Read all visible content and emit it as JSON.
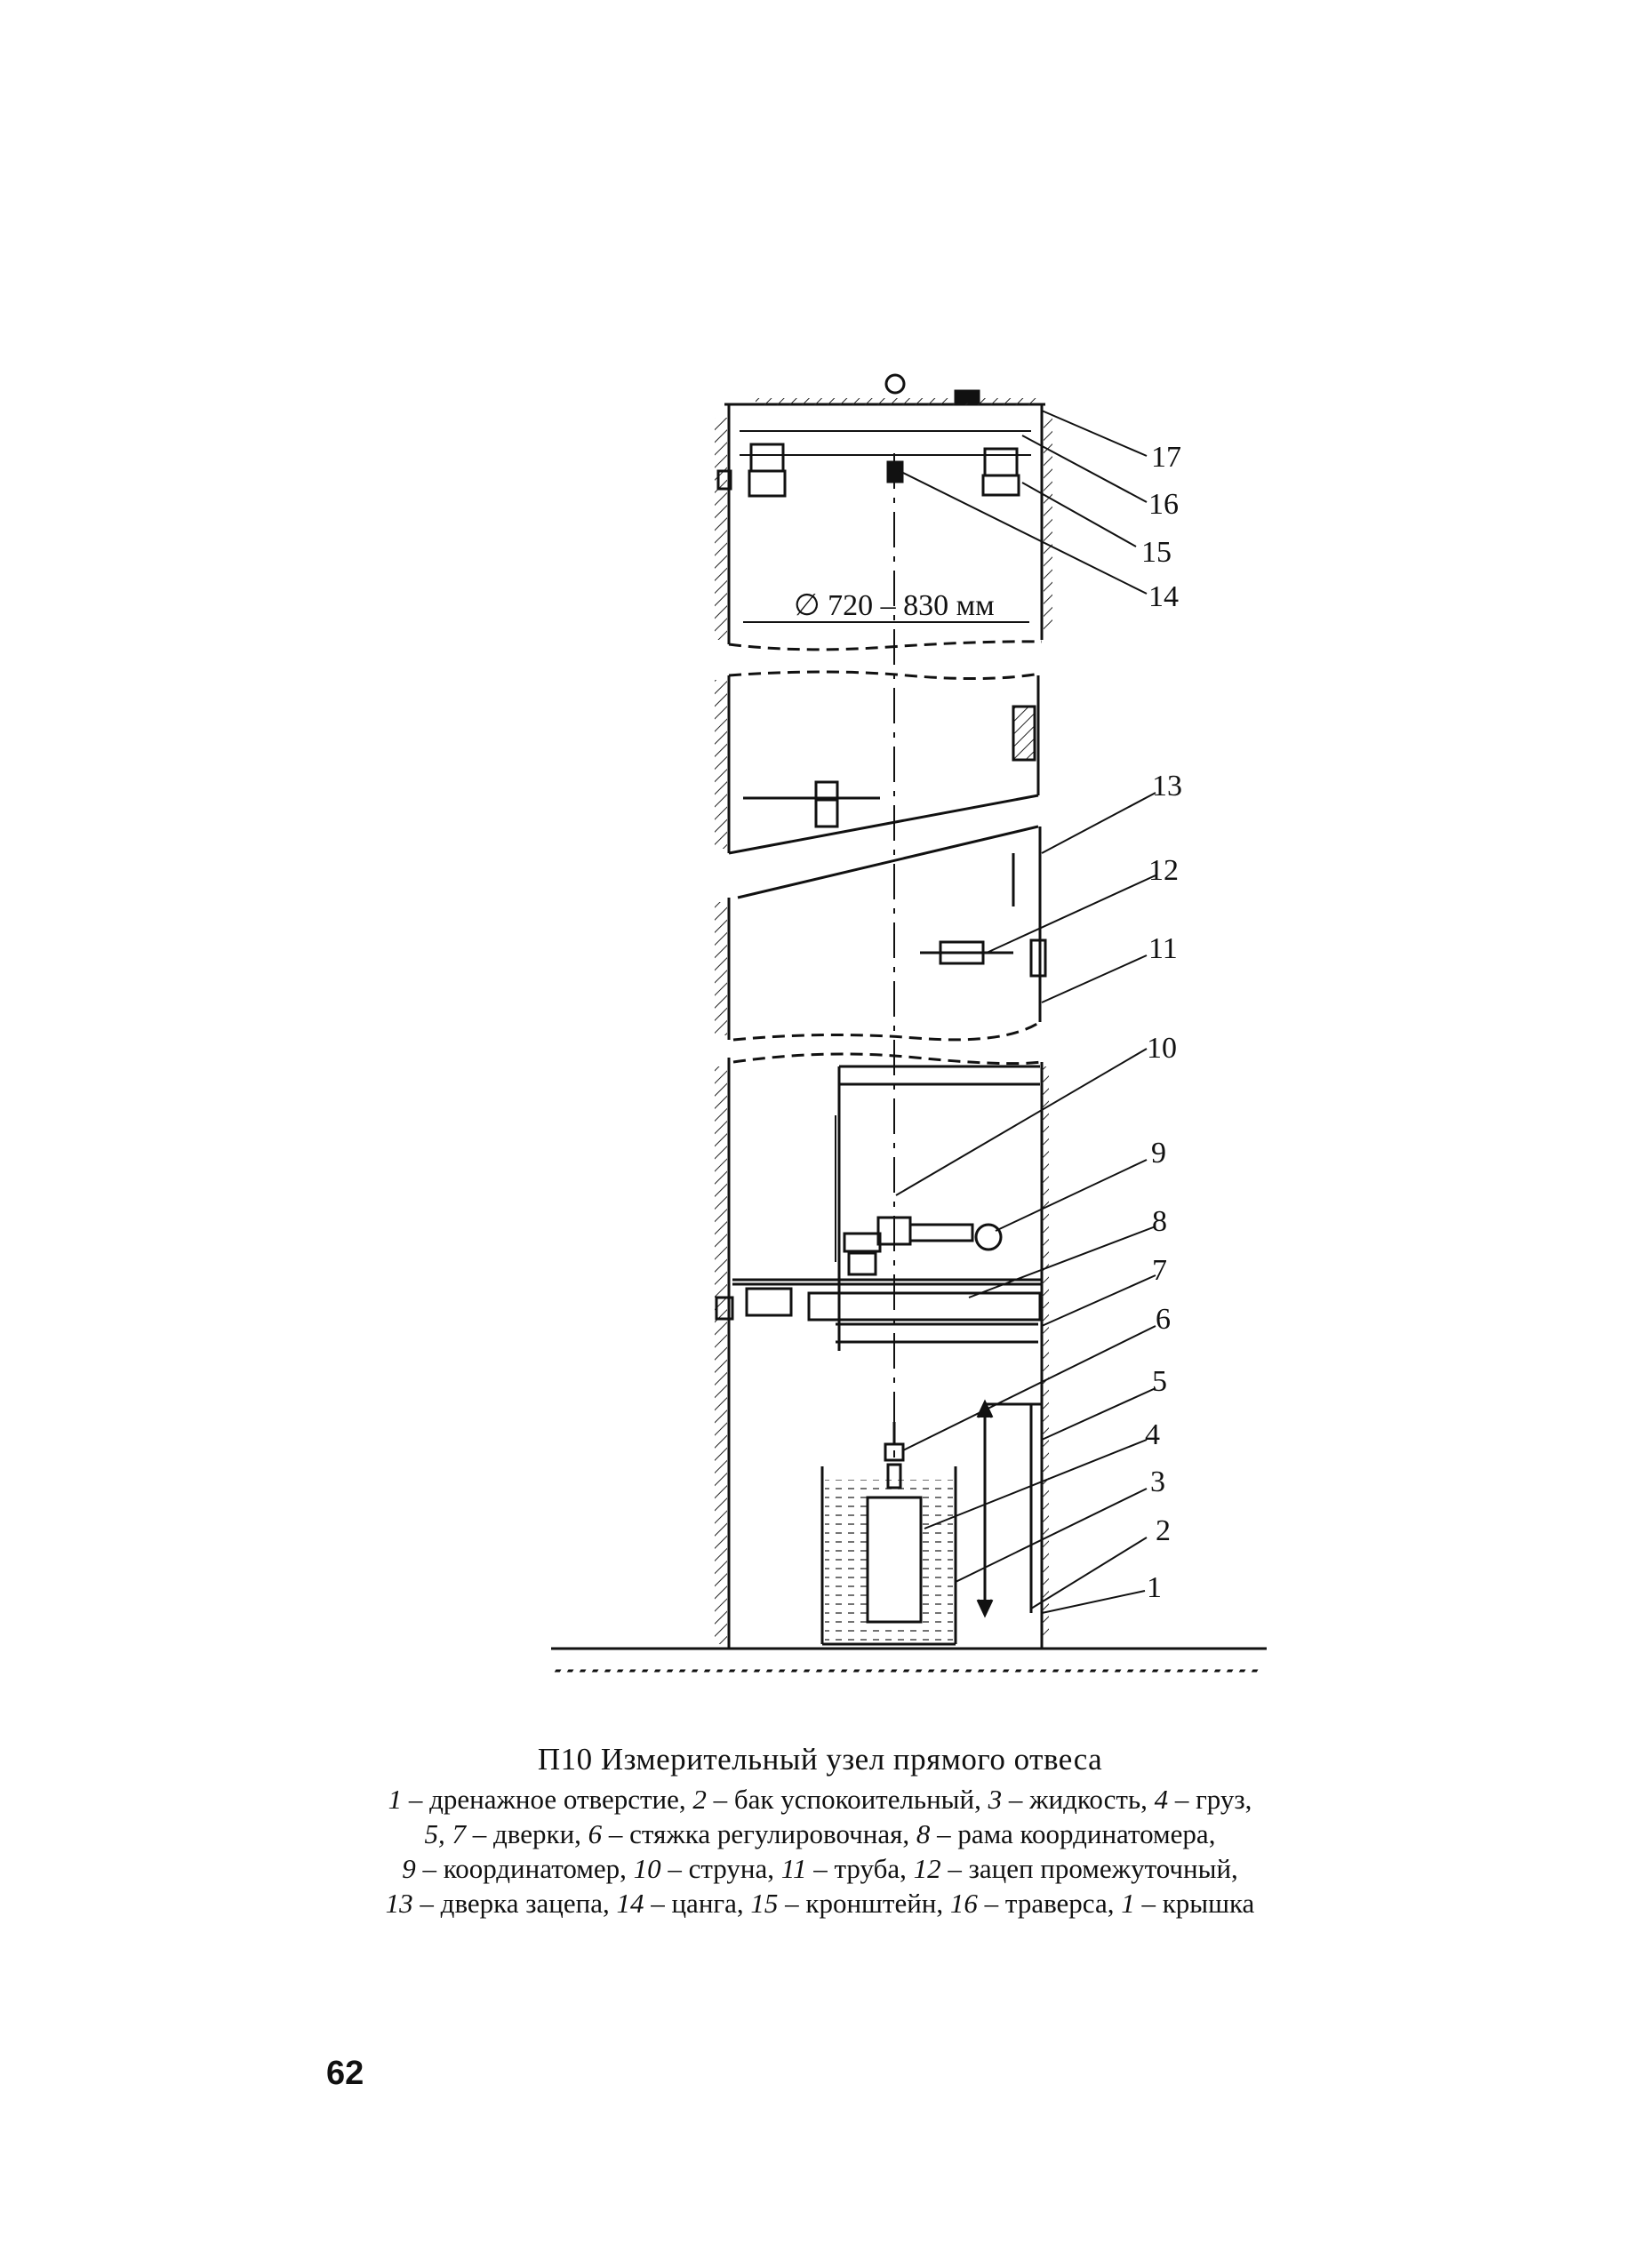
{
  "figure": {
    "dimension_label": "∅ 720 – 830 мм",
    "callouts": [
      "17",
      "16",
      "15",
      "14",
      "13",
      "12",
      "11",
      "10",
      "9",
      "8",
      "7",
      "6",
      "5",
      "4",
      "3",
      "2",
      "1"
    ]
  },
  "caption": {
    "title": "П10 Измерительный узел прямого отвеса",
    "legend": [
      {
        "num": "1",
        "text": " – дренажное отверстие, "
      },
      {
        "num": "2",
        "text": " – бак успокоительный, "
      },
      {
        "num": "3",
        "text": " – жидкость, "
      },
      {
        "num": "4",
        "text": " – груз,"
      },
      {
        "num": "5, 7",
        "text": " – дверки, "
      },
      {
        "num": "6",
        "text": " – стяжка регулировочная, "
      },
      {
        "num": "8",
        "text": " – рама координатомера,"
      },
      {
        "num": "9",
        "text": " – координатомер, "
      },
      {
        "num": "10",
        "text": " – струна, "
      },
      {
        "num": "11",
        "text": " – труба, "
      },
      {
        "num": "12",
        "text": " – зацеп промежуточный,"
      },
      {
        "num": "13",
        "text": " – дверка зацепа, "
      },
      {
        "num": "14",
        "text": " – цанга, "
      },
      {
        "num": "15",
        "text": " – кронштейн, "
      },
      {
        "num": "16",
        "text": " – траверса, "
      },
      {
        "num": "1",
        "text": " – крышка"
      }
    ]
  },
  "page_number": "62"
}
